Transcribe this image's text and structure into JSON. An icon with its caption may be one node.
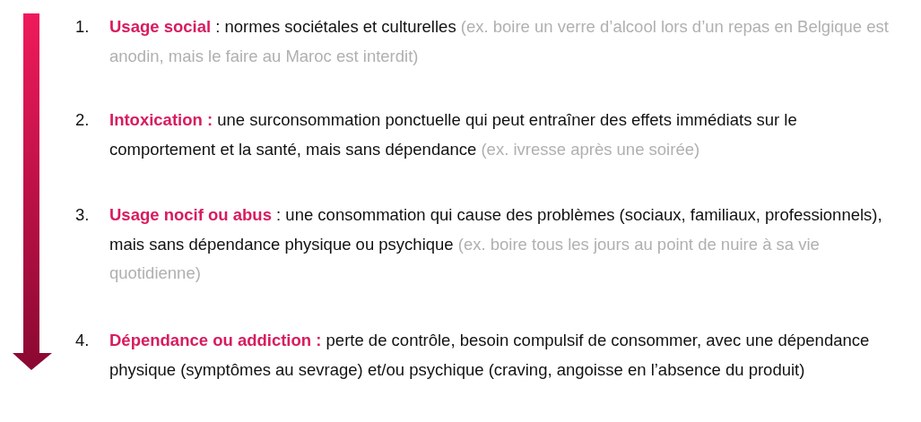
{
  "diagram": {
    "labels": [
      "1.",
      "Usage social",
      ": normes sociétales et culturelles",
      "(ex. boire un verre d’alcool lors d’un repas en Belgique est anodin, mais le faire au Maroc est interdit)",
      "2.",
      "Intoxication :",
      "une surconsommation ponctuelle qui peut entraîner des effets immédiats sur le comportement et la santé, mais sans dépendance",
      "(ex. ivresse après une soirée)",
      "3.",
      "Usage nocif ou abus",
      ": une consommation qui cause des problèmes (sociaux, familiaux, professionnels), mais sans dépendance physique ou psychique",
      "(ex. boire tous les jours au point de nuire à sa vie quotidienne)",
      "4.",
      "Dépendance ou addiction :",
      "perte de contrôle, besoin compulsif de consommer, avec une dépendance physique (symptômes au sevrage) et/ou psychique (craving, angoisse en l’absence du produit)"
    ]
  }
}
